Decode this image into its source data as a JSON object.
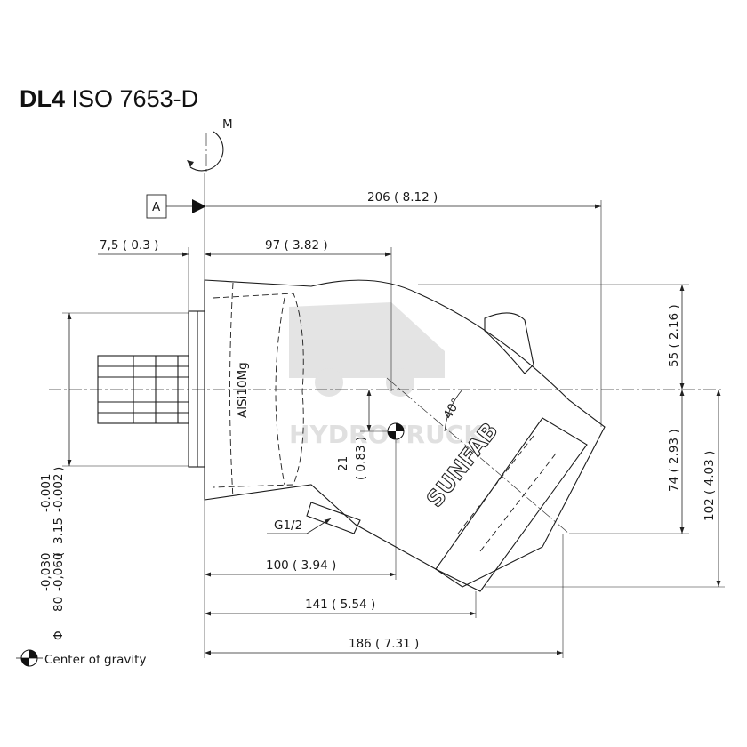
{
  "title": {
    "model": "DL4",
    "standard": "ISO 7653-D"
  },
  "rotation_label": "M",
  "datum_label": "A",
  "dimensions": {
    "overall_length": "206 ( 8.12 )",
    "flange_thickness": "7,5 ( 0.3 )",
    "flange_to_axis": "97 ( 3.82 )",
    "top_height": "55 ( 2.16 )",
    "port_height": "74 ( 2.93 )",
    "total_height": "102 ( 4.03 )",
    "cog_offset": "21",
    "cog_offset_in": "( 0.83 )",
    "angle": "40°",
    "cog_length": "100 ( 3.94 )",
    "port_length": "141 ( 5.54 )",
    "end_length": "186 ( 7.31 )",
    "port_thread": "G1/2"
  },
  "shaft_tolerance": {
    "diameter_symbol": "Φ",
    "dia_nominal": "80",
    "dia_upper": "-0,030",
    "dia_lower": "-0,060",
    "inch_nominal": "3.15",
    "inch_upper": "-0.001",
    "inch_lower": "-0.002"
  },
  "housing_text": {
    "cast_marking": "AlSi10Mg",
    "brand": "SUNFAB"
  },
  "watermark": "HYDROTRUCK",
  "legend": {
    "center_of_gravity": "Center of gravity"
  }
}
